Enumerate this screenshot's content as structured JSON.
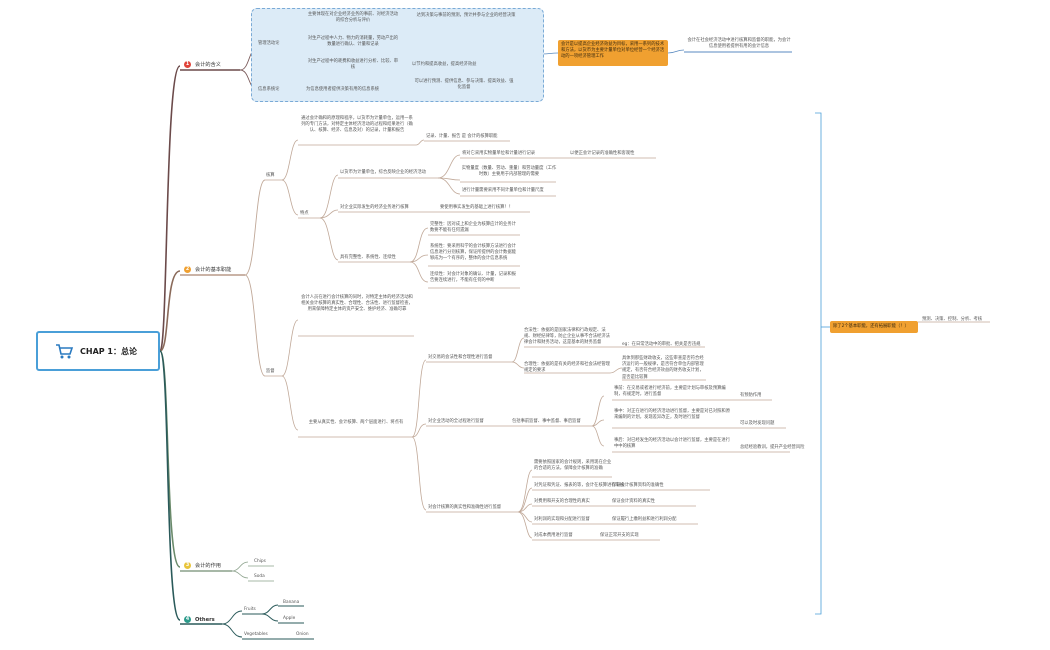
{
  "root": {
    "title": "CHAP 1：总论",
    "icon": "cart-icon"
  },
  "branches": [
    {
      "num": "1",
      "label": "会计的含义",
      "color": "#e0443a"
    },
    {
      "num": "2",
      "label": "会计的基本职能",
      "color": "#f0a030"
    },
    {
      "num": "3",
      "label": "会计的作用",
      "color": "#e8c43a"
    },
    {
      "num": "4",
      "label": "Others",
      "color": "#2a9a8a"
    }
  ],
  "meaning": {
    "mgmt": "管理活动论",
    "mgmt_items": [
      "主要体现在对企业经济业务的事前、对经济活动的综合分析与评价",
      "对生产过程中人力、物力的消耗量，劳动产出的数量进行确认、计量和记录",
      "对生产过程中的耗费和收益进行分析、比较、审核"
    ],
    "mgmt_results": [
      "达到决策与事前的预测，预计并参与企业的经营决策",
      "以节约和提高收益，提高经济效益"
    ],
    "info": "信息系统论",
    "info_item": "为信息使用者提供决策有用的信息系统",
    "info_result": "可以进行预测、提供信息、参与决策、提高效益、强化监督",
    "orange": "会计是以提高企业经济效益为目标，采用一系列的技术和方法，以货币为主要计量单位对单位经营一个经济活动的一项经济管理工作",
    "right": "会计在社会经济活动中进行核算和监督的职能，为会计信息使用者提供有用的会计信息"
  },
  "functions": {
    "accounting": "核算",
    "accounting_def": "通过会计确和的原理和程序，以货币为计量单位，运用一系列的专门方法，对特定主体经济活动的过程和结果进行（确认、核算、经济、信息及对）的记录，计量和报告",
    "accounting_summary": "记录、计量、报告 是 会计的核算职能",
    "features": "特点",
    "f1": "以货币为计量单位，综合反映企业的经济活动",
    "f1_a": "将对它采用实物量单位和计量进行记录",
    "f1_a_r": "以便正会计记录的准确性和客观性",
    "f1_b": "实物量度（数量、劳动、重量）和劳动量度（工作时数）主要用于内部管理的需要",
    "f1_c": "进行计量需要采用不同计量单位和计量尺度",
    "f2": "对企业实际发生的经济业务进行核算",
    "f2_r": "要使用事实发生的基础上进行核算！！",
    "f3": "具有完整性、系统性、连续性",
    "f3_a": "完整性：因对成上和企业为核算应计的业务计数要不能有任何遗漏",
    "f3_b": "系统性：要采用科学的会计核算方法进行会计信息进行分别核算，保证所提供的会计数据能够成为一个有序的，整体的会计信息系统",
    "f3_c": "连续性：对会计对象的确认、计量，记录和报告要连续进行，不能有任何的中断",
    "supervision": "监督",
    "sup_def": "会计人员在进行会计核算的同时，对特定主体的经济活动和相关会计核算的真实性、合理性、合法性、进行监督检查，用来保障特定主体的资产安全、维护经济、准确可靠",
    "sup_main": "主要从真实性、会计核算、两个层面进行、将点有",
    "s1": "对交易的会法性和合理性进行监督",
    "s1_a": "合法性：依据的是国家法律和行政规定、法规、财经纪律等，防止企业从事不合法经济法律会计和财务活动，这是基本的财务监督",
    "s1_a_r": "eg：在日常活动中的审批、把关是否违规",
    "s1_b": "合理性：依据的是有关的经济和社会法经管理规定的要求",
    "s1_b_r": "具体到那些财政收支，这些审查是否符合经济运行的一般规律，是否符合单位内部管理规定，有否符合经济效益的财务收支计划，是否是比较算",
    "s2": "对企业活动的全过程进行监督",
    "s2_a": "包括事前监督、事中监督、事后监督",
    "s2_b1": "事前：在交易或者进行经济前，主要是计划与审核及预算编制，有规定时，进行监督",
    "s2_b1_r": "有预防作用",
    "s2_b2": "事中：对正在进行的经济活动进行监督，主要是对已对照和原来编制的计划，发现差异改正，及时进行监督",
    "s2_b2_r": "可以及时发现问题",
    "s2_b3": "事后：对已经发生的经济活动以会计进行监督，主要是在进行中中的核算",
    "s2_b3_r": "总结经验教训，提升产业经营风险",
    "s3": "对会计核算的真实性和准确性进行监督",
    "s3_a": "需要依照国家的会计规则，采用现在企业的合适的方法，保障会计核算的准确",
    "s3_b": "对凭证和凭证、报表的等，会计在核算进行审核",
    "s3_b_r": "保证会计核算资料的准确性",
    "s3_c": "对费用和开支的合理性的真实",
    "s3_c_r": "保证会计资料的真实性",
    "s3_d": "对利润的实现和分配进行监督",
    "s3_d_r": "保证履行上缴利益和进行利润分配",
    "s3_e": "对成本费用进行监督",
    "s3_e_r": "保证正常开支的实现",
    "orange": "除了2个基本职能，还有拓展职能（！）",
    "orange_right": "预测、决策、控制、分析、考核"
  },
  "role": {
    "items": [
      "Chips",
      "Soda"
    ]
  },
  "others": {
    "groups": [
      {
        "label": "Fruits",
        "items": [
          "Banana",
          "Apple"
        ]
      },
      {
        "label": "Vegetables",
        "items": [
          "Onion"
        ]
      }
    ]
  }
}
